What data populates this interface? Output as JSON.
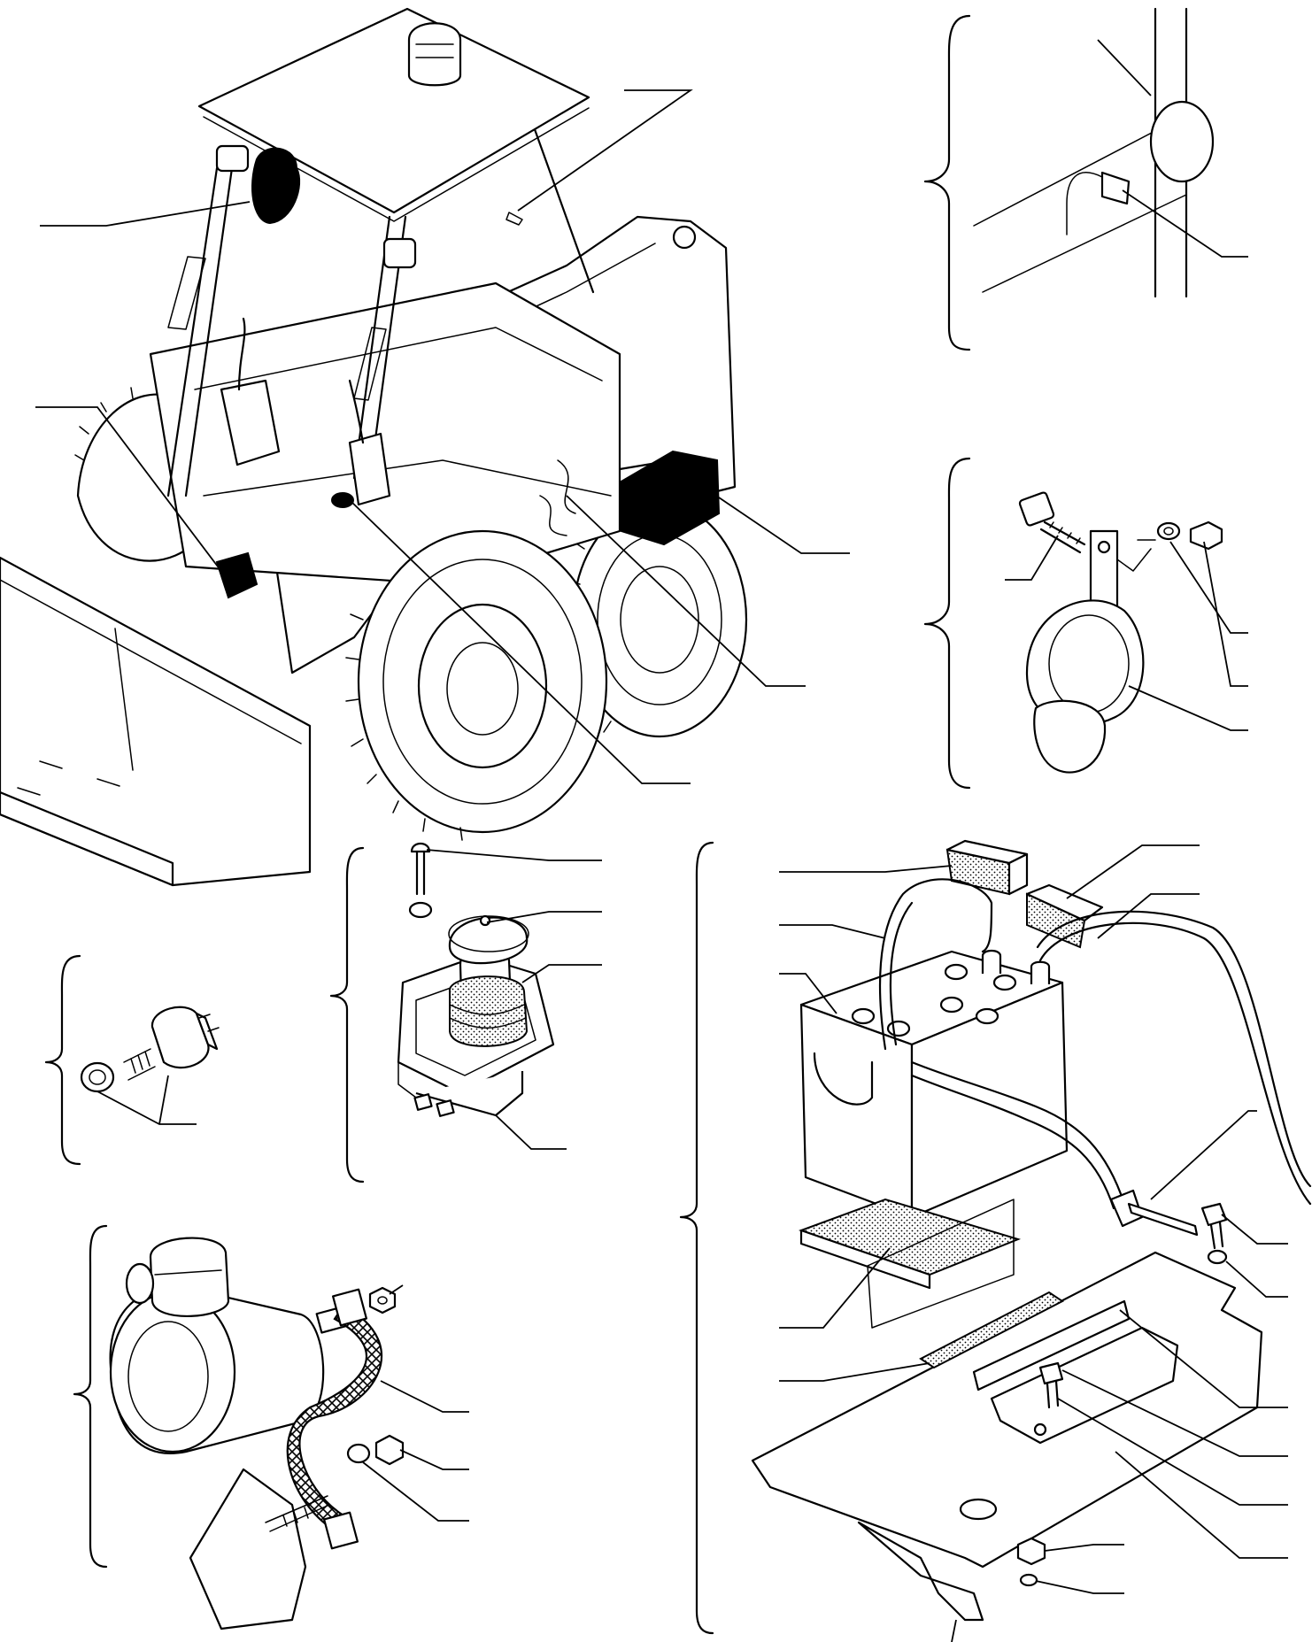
{
  "diagram": {
    "type": "exploded-parts-illustration",
    "labels": [],
    "colors": {
      "ink": "#000000",
      "paper": "#ffffff"
    },
    "groups": [
      "loader-overview",
      "rear-lamp-detail",
      "horn-detail",
      "switch-detail",
      "push-button-detail",
      "starter-strap-detail",
      "battery-tray-detail"
    ]
  }
}
